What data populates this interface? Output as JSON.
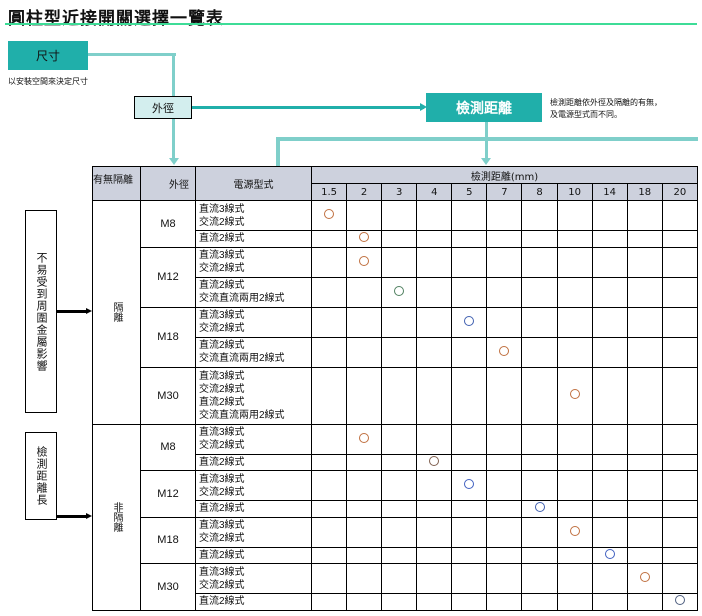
{
  "title": "圓柱型近接開關選擇一覽表",
  "size_box": "尺寸",
  "size_note": "以安裝空間來決定尺寸",
  "od_box": "外徑",
  "dist_box": "檢測距離",
  "dist_note": [
    "檢測距離依外徑及隔離的有無，",
    "及電源型式而不同。"
  ],
  "left_labels": [
    "不易受到周圍金屬影響",
    "檢測距離長"
  ],
  "table": {
    "headers": {
      "shield": "有無隔離",
      "od": "外徑",
      "power": "電源型式",
      "distance": "檢測距離(mm)"
    },
    "distances": [
      "1.5",
      "2",
      "3",
      "4",
      "5",
      "7",
      "8",
      "10",
      "14",
      "18",
      "20"
    ],
    "groups": [
      {
        "shield": "隔離",
        "sizes": [
          {
            "size": "M8",
            "rows": [
              {
                "power": [
                  "直流3線式",
                  "交流2線式"
                ],
                "mark": "1.5",
                "color": "#c07040"
              },
              {
                "power": [
                  "直流2線式"
                ],
                "mark": "2",
                "color": "#c07040"
              }
            ]
          },
          {
            "size": "M12",
            "rows": [
              {
                "power": [
                  "直流3線式",
                  "交流2線式"
                ],
                "mark": "2",
                "color": "#c07040"
              },
              {
                "power": [
                  "直流2線式",
                  "交流直流兩用2線式"
                ],
                "mark": "3",
                "color": "#508060"
              }
            ]
          },
          {
            "size": "M18",
            "rows": [
              {
                "power": [
                  "直流3線式",
                  "交流2線式"
                ],
                "mark": "5",
                "color": "#4060b0"
              },
              {
                "power": [
                  "直流2線式",
                  "交流直流兩用2線式"
                ],
                "mark": "7",
                "color": "#c07040"
              }
            ]
          },
          {
            "size": "M30",
            "rows": [
              {
                "power": [
                  "直流3線式",
                  "交流2線式",
                  "直流2線式",
                  "交流直流兩用2線式"
                ],
                "mark": "10",
                "color": "#c07040"
              }
            ]
          }
        ]
      },
      {
        "shield": "非隔離",
        "sizes": [
          {
            "size": "M8",
            "rows": [
              {
                "power": [
                  "直流3線式",
                  "交流2線式"
                ],
                "mark": "2",
                "color": "#c07040"
              },
              {
                "power": [
                  "直流2線式"
                ],
                "mark": "4",
                "color": "#806050"
              }
            ]
          },
          {
            "size": "M12",
            "rows": [
              {
                "power": [
                  "直流3線式",
                  "交流2線式"
                ],
                "mark": "5",
                "color": "#4060c0"
              },
              {
                "power": [
                  "直流2線式"
                ],
                "mark": "8",
                "color": "#4060b0"
              }
            ]
          },
          {
            "size": "M18",
            "rows": [
              {
                "power": [
                  "直流3線式",
                  "交流2線式"
                ],
                "mark": "10",
                "color": "#c07040"
              },
              {
                "power": [
                  "直流2線式"
                ],
                "mark": "14",
                "color": "#4060c0"
              }
            ]
          },
          {
            "size": "M30",
            "rows": [
              {
                "power": [
                  "直流3線式",
                  "交流2線式"
                ],
                "mark": "18",
                "color": "#c07040"
              },
              {
                "power": [
                  "直流2線式"
                ],
                "mark": "20",
                "color": "#506080"
              }
            ]
          }
        ]
      }
    ]
  }
}
